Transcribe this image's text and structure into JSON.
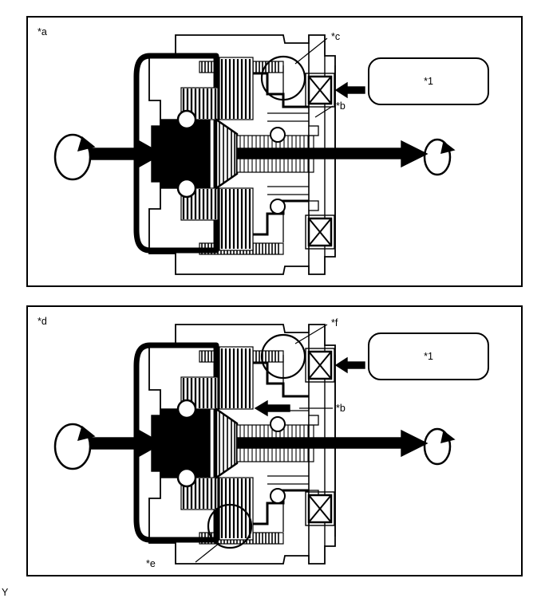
{
  "figure": {
    "corner_label": "Y",
    "panels": [
      {
        "id": "top",
        "label": "*a",
        "callouts": [
          {
            "name": "c",
            "text": "*c"
          },
          {
            "name": "b",
            "text": "*b"
          }
        ],
        "box": {
          "text": "*1"
        }
      },
      {
        "id": "bottom",
        "label": "*d",
        "callouts": [
          {
            "name": "f",
            "text": "*f"
          },
          {
            "name": "b",
            "text": "*b"
          },
          {
            "name": "e",
            "text": "*e"
          }
        ],
        "box": {
          "text": "*1"
        }
      }
    ]
  },
  "colors": {
    "line": "#000000",
    "fill": "#ffffff",
    "hatch": "#000000"
  }
}
